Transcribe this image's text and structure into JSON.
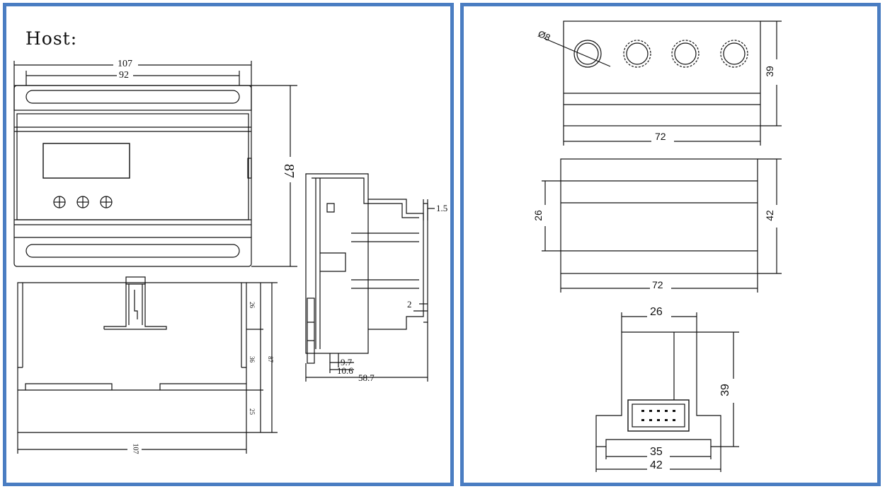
{
  "title": "Host:",
  "front_view": {
    "width_outer": "107",
    "width_inner": "92",
    "height": "87"
  },
  "bottom_view": {
    "dim_top": "26",
    "dim_mid": "36",
    "dim_total": "87",
    "dim_bottom": "25",
    "width": "107"
  },
  "side_view": {
    "d1": "1.5",
    "d2": "2",
    "d3": "9.7",
    "d4": "10.6",
    "d5": "58.7"
  },
  "terminal_top_view": {
    "hole_dia": "Ø8",
    "width": "72",
    "height": "39"
  },
  "terminal_front_view": {
    "width": "72",
    "inner": "26",
    "height": "42"
  },
  "terminal_side_view": {
    "top": "26",
    "height": "39",
    "inner": "35",
    "bottom": "42"
  }
}
